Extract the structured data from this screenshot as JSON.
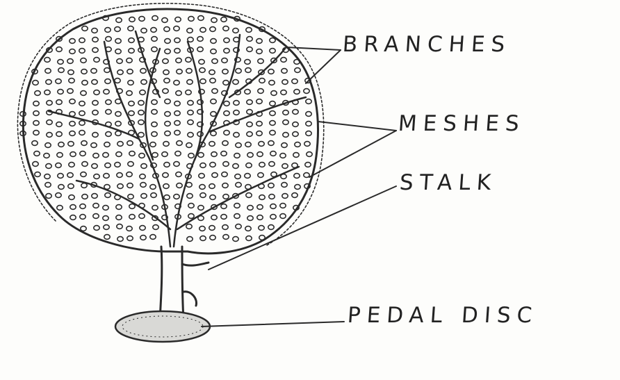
{
  "labels": {
    "branches": "BRANCHES",
    "meshes": "MESHES",
    "stalk": "STALK",
    "pedal_disc": "PEDAL DISC"
  },
  "colors": {
    "ink": "#2a2a2a",
    "paper": "#fdfdfb",
    "disc_fill": "#d9d9d6"
  }
}
